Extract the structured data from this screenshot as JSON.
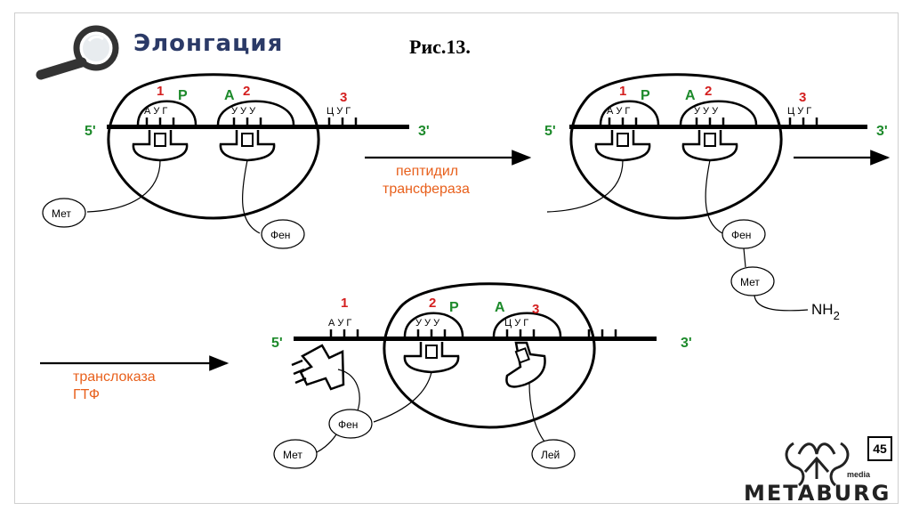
{
  "title": "Элонгация",
  "figure_label": "Рис.13.",
  "page_number": "45",
  "logo": {
    "name": "METABURG",
    "sub": "media"
  },
  "colors": {
    "red": "#d41f1f",
    "green": "#1d8a2b",
    "orange": "#e8601c",
    "title": "#2b3a67"
  },
  "panel1": {
    "five": "5'",
    "three": "3'",
    "n1": "1",
    "p": "P",
    "a": "A",
    "n2": "2",
    "n3": "3",
    "codon1": "А У Г",
    "codon2": "У У У",
    "codon3": "Ц У Г",
    "aa1": "Мет",
    "aa2": "Фен"
  },
  "arrow1": {
    "line1": "пептидил",
    "line2": "трансфераза"
  },
  "panel2": {
    "five": "5'",
    "three": "3'",
    "n1": "1",
    "p": "P",
    "a": "A",
    "n2": "2",
    "n3": "3",
    "codon1": "А У Г",
    "codon2": "У У У",
    "codon3": "Ц У Г",
    "aa1": "Фен",
    "aa2": "Мет",
    "nh": "NH",
    "nh_sub": "2"
  },
  "arrow2": {
    "line1": "транслоказа",
    "line2": "ГТФ"
  },
  "panel3": {
    "five": "5'",
    "three": "3'",
    "n1": "1",
    "n2": "2",
    "p": "P",
    "a": "A",
    "n3": "3",
    "codon1": "А У Г",
    "codon2": "У У У",
    "codon3": "Ц У Г",
    "aa1": "Фен",
    "aa2": "Мет",
    "aa3": "Лей"
  }
}
